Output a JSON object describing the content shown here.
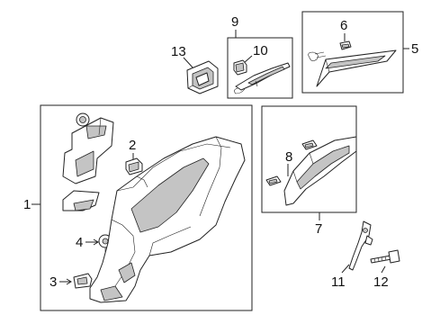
{
  "callouts": {
    "c1": "1",
    "c2": "2",
    "c3": "3",
    "c4": "4",
    "c5": "5",
    "c6": "6",
    "c7": "7",
    "c8": "8",
    "c9": "9",
    "c10": "10",
    "c11": "11",
    "c12": "12",
    "c13": "13"
  },
  "colors": {
    "line": "#222222",
    "shading": "#c4c4c4",
    "background": "#ffffff"
  }
}
